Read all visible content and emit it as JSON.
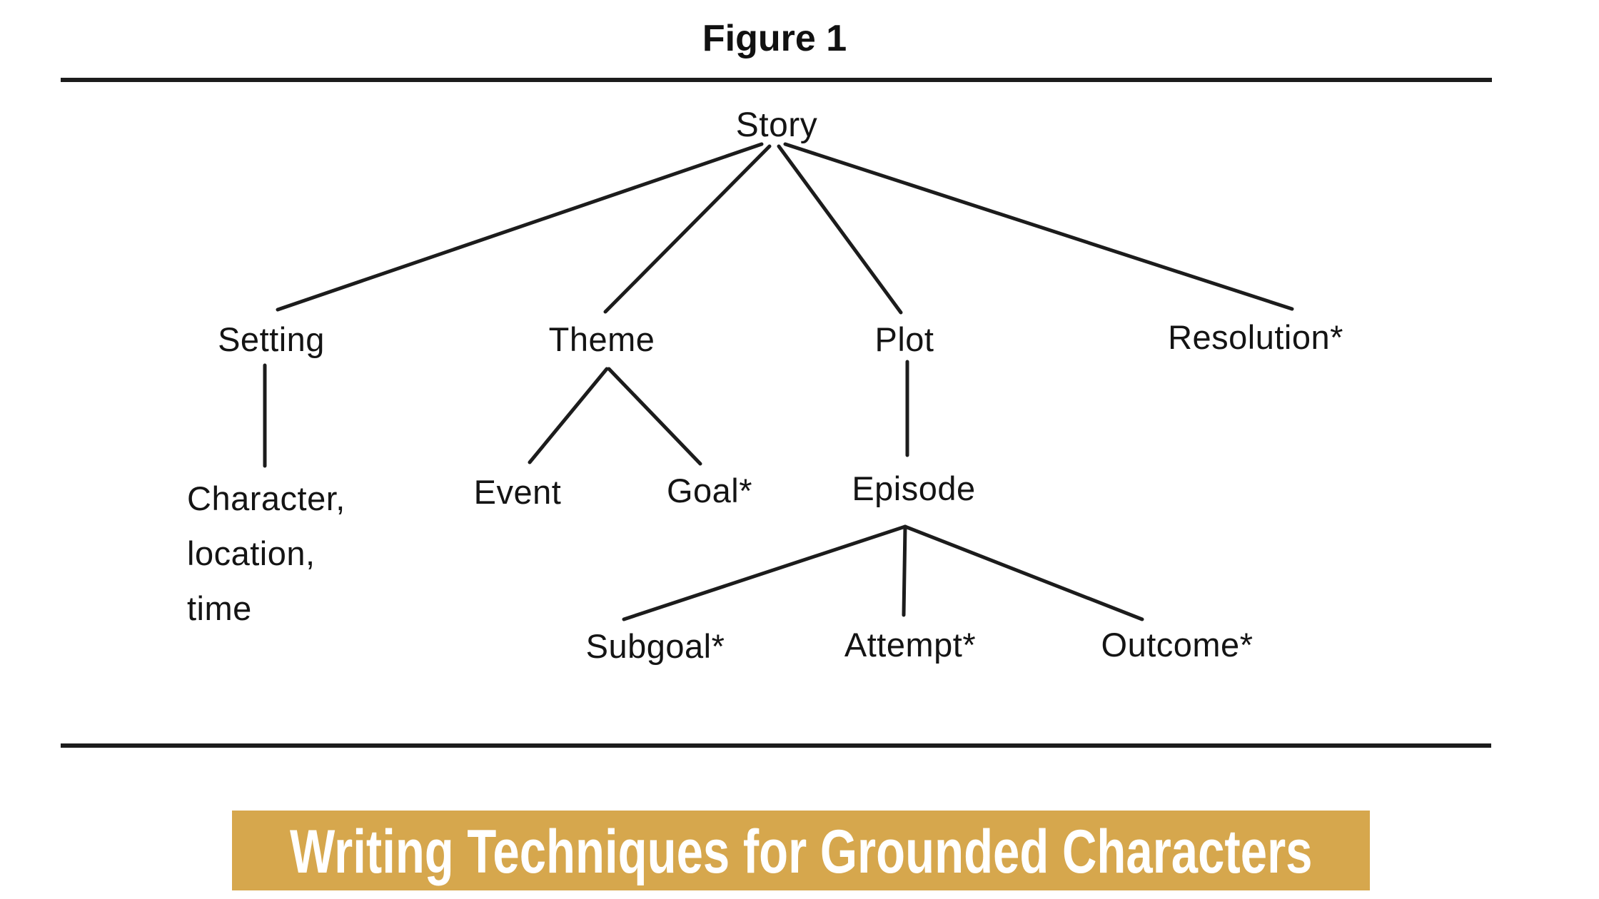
{
  "figure": {
    "title": "Figure 1",
    "description": "Story grammar tree diagram between two horizontal rules",
    "ink_color": "#1C1C1C",
    "tree": {
      "root": "Story",
      "children": [
        {
          "label": "Setting",
          "children": [
            {
              "label": "Character,\nlocation,\ntime"
            }
          ]
        },
        {
          "label": "Theme",
          "children": [
            {
              "label": "Event"
            },
            {
              "label": "Goal*"
            }
          ]
        },
        {
          "label": "Plot",
          "children": [
            {
              "label": "Episode",
              "children": [
                {
                  "label": "Subgoal*"
                },
                {
                  "label": "Attempt*"
                },
                {
                  "label": "Outcome*"
                }
              ]
            }
          ]
        },
        {
          "label": "Resolution*"
        }
      ]
    }
  },
  "banner": {
    "text": "Writing Techniques for Grounded Characters",
    "background": "#D6A74D",
    "text_color": "#FFFFFF"
  }
}
